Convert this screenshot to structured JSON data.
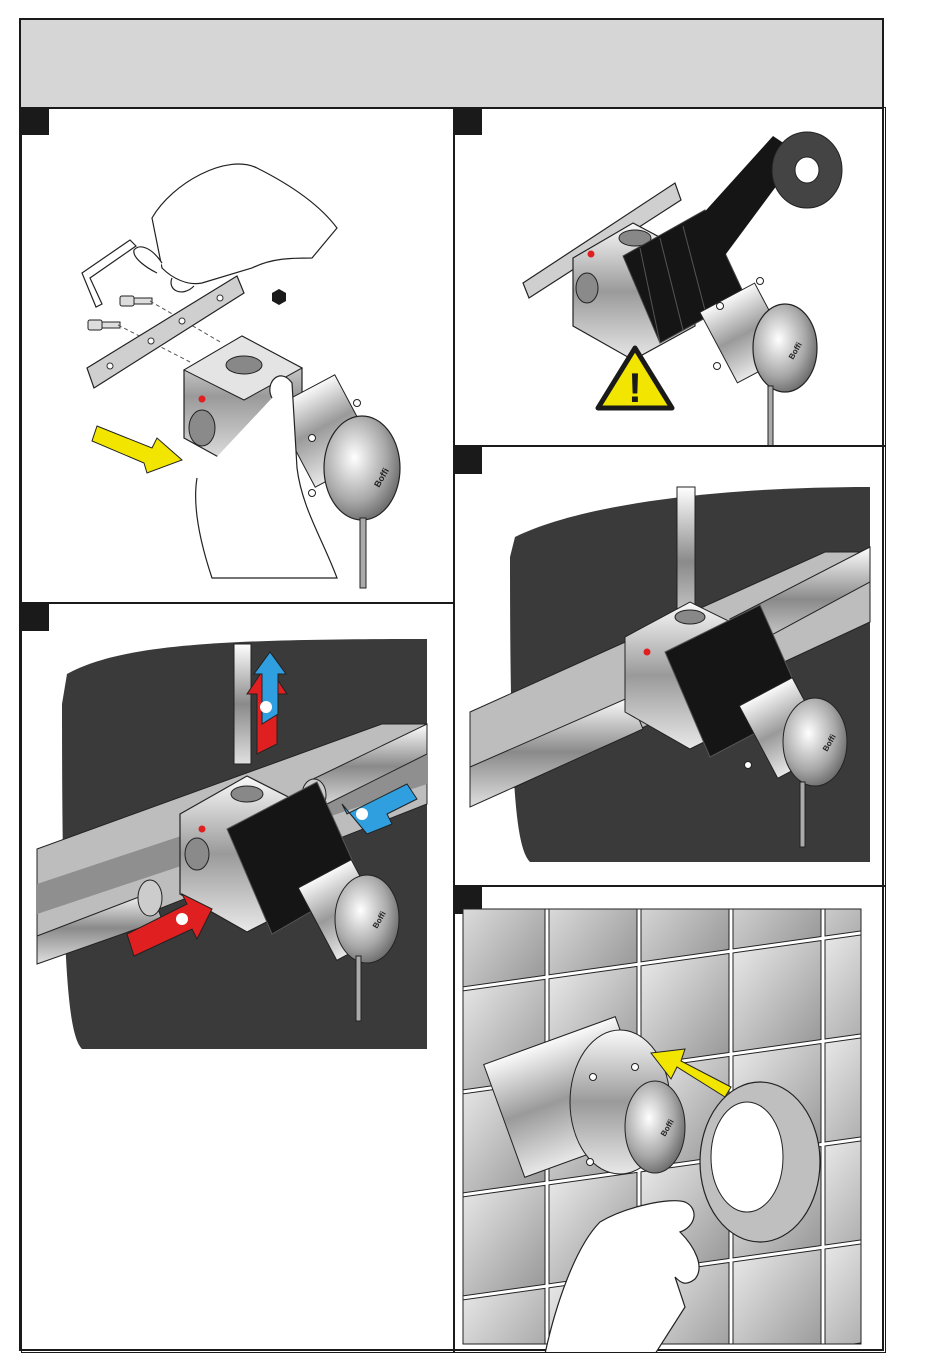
{
  "header": {
    "title": ""
  },
  "brand": {
    "logo_text": "Boffi"
  },
  "steps": [
    {
      "id": "step-1",
      "marker": "",
      "action": "remove mounting plate with hex key"
    },
    {
      "id": "step-2",
      "marker": "",
      "action": "wrap body with tape",
      "warning_glyph": "!"
    },
    {
      "id": "step-3",
      "marker": "",
      "action": "connect hot and cold supply pipes"
    },
    {
      "id": "step-4",
      "marker": "",
      "action": "embed in wall"
    },
    {
      "id": "step-5",
      "marker": "",
      "action": "fit cover plate over tiles"
    }
  ],
  "colors": {
    "frame": "#1a1a1a",
    "header_band": "#d6d6d6",
    "yellow_arrow": "#f2e600",
    "hot": "#e02020",
    "cold": "#2f9fe0",
    "wall": "#3a3a3a",
    "chrome_light": "#f2f2f2",
    "chrome_dark": "#6e6e6e",
    "tape": "#151515",
    "tile": "#bdbdbd"
  }
}
